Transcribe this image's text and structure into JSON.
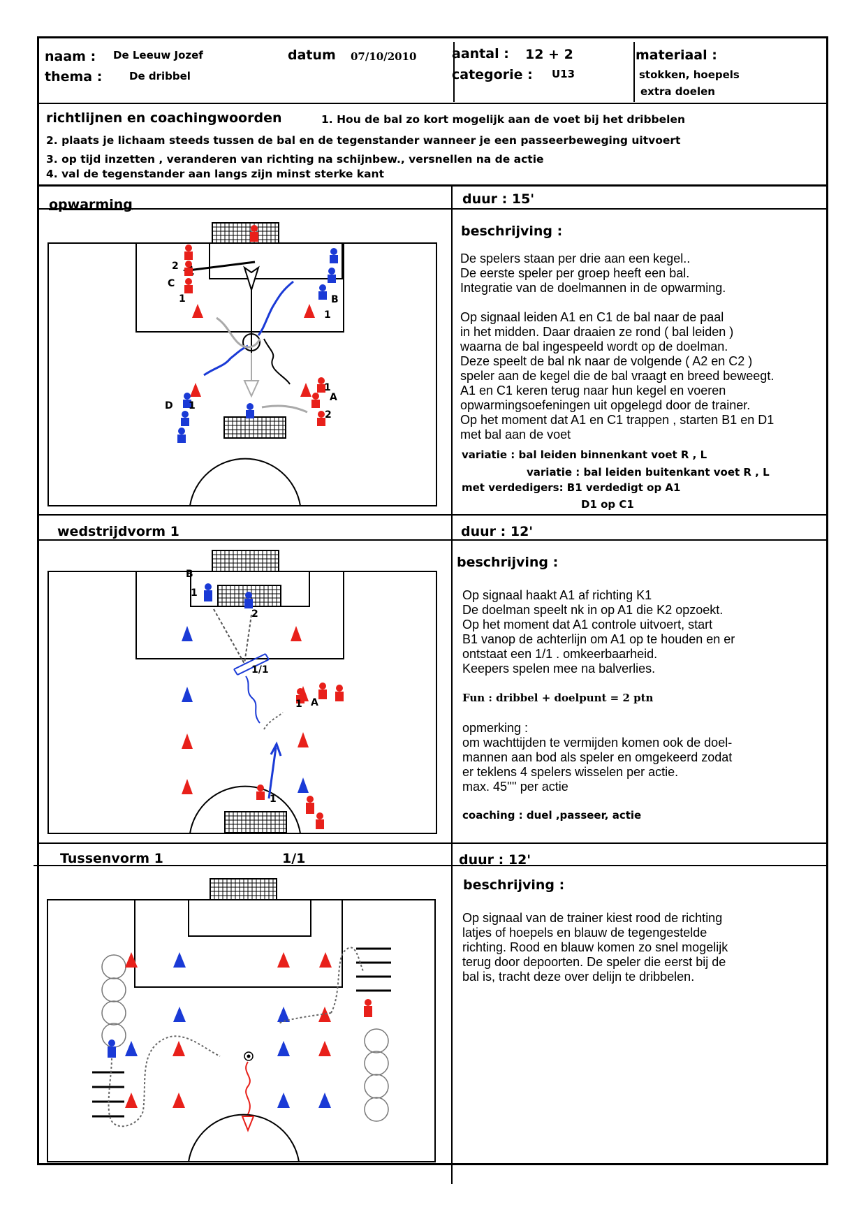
{
  "header": {
    "naam_label": "naam :",
    "naam": "De Leeuw Jozef",
    "thema_label": "thema :",
    "thema": "De dribbel",
    "datum_label": "datum",
    "datum": "07/10/2010",
    "aantal_label": "aantal :",
    "aantal": "12 + 2",
    "categorie_label": "categorie :",
    "categorie": "U13",
    "materiaal_label": "materiaal :",
    "materiaal_line1": "stokken, hoepels",
    "materiaal_line2": "extra doelen"
  },
  "guidelines": {
    "title": "richtlijnen en coachingwoorden",
    "items": [
      "1. Hou de bal zo kort mogelijk aan de voet bij het dribbelen",
      "2. plaats je lichaam steeds tussen de bal en de tegenstander wanneer je een passeerbeweging uitvoert",
      "3. op tijd inzetten , veranderen van richting na schijnbew., versnellen na de actie",
      "4. val de tegenstander aan langs zijn minst sterke kant"
    ]
  },
  "sections": [
    {
      "title": "opwarming",
      "duration": "duur : 15'",
      "desc_title": "beschrijving :",
      "paragraphs": [
        "De spelers staan per drie aan een kegel..",
        "De eerste speler per groep heeft een bal.",
        "Integratie van de doelmannen in de opwarming.",
        "",
        "Op signaal leiden A1 en C1 de bal naar de paal",
        "in het midden. Daar draaien ze rond ( bal leiden )",
        "waarna de bal ingespeeld wordt op de doelman.",
        "Deze speelt de bal nk naar de volgende ( A2 en C2 )",
        "speler aan de kegel die de bal vraagt en breed beweegt.",
        "A1 en C1 keren terug naar hun kegel en voeren",
        "opwarmingsoefeningen uit opgelegd door de trainer.",
        "Op het moment dat A1 en C1 trappen , starten B1 en D1",
        "met bal aan de voet"
      ],
      "variatie1": "variatie : bal leiden binnenkant voet R , L",
      "variatie2": "variatie : bal leiden buitenkant voet R , L",
      "verdedigers1": "met verdedigers: B1 verdedigt op A1",
      "verdedigers2": "D1 op C1",
      "diagram_labels": {
        "a": "A",
        "b": "B",
        "c": "C",
        "d": "D",
        "one": "1",
        "two": "2"
      }
    },
    {
      "title": "wedstrijdvorm 1",
      "duration": "duur : 12'",
      "desc_title": "beschrijving :",
      "paragraphs": [
        "Op signaal haakt A1 af richting K1",
        "De doelman speelt nk in op A1 die K2 opzoekt.",
        "Op het moment  dat A1 controle uitvoert, start",
        "B1 vanop de achterlijn om A1 op te houden en er",
        "ontstaat een 1/1 . omkeerbaarheid.",
        "Keepers spelen mee na balverlies."
      ],
      "fun": "Fun : dribbel + doelpunt = 2 ptn",
      "opmerking": [
        "opmerking :",
        "om wachttijden te vermijden komen ook de doel-",
        "mannen aan bod als speler en omgekeerd zodat",
        "er teklens 4 spelers wisselen per actie.",
        "max. 45'''' per actie"
      ],
      "coaching": "coaching : duel ,passeer, actie",
      "diagram_labels": {
        "a": "A",
        "b": "B",
        "one": "1",
        "two": "2",
        "oneone": "1/1"
      }
    },
    {
      "title": "Tussenvorm 1",
      "subtitle": "1/1",
      "duration": "duur : 12'",
      "desc_title": "beschrijving :",
      "paragraphs": [
        "Op signaal van de trainer kiest rood de richting",
        "latjes of hoepels en blauw de tegengestelde",
        "richting. Rood en blauw komen zo snel mogelijk",
        "terug door depoorten. De speler die eerst bij de",
        "bal is, tracht deze over delijn te dribbelen."
      ]
    }
  ],
  "colors": {
    "red": "#e8201a",
    "blue": "#1a3ad6",
    "line": "#000000"
  }
}
